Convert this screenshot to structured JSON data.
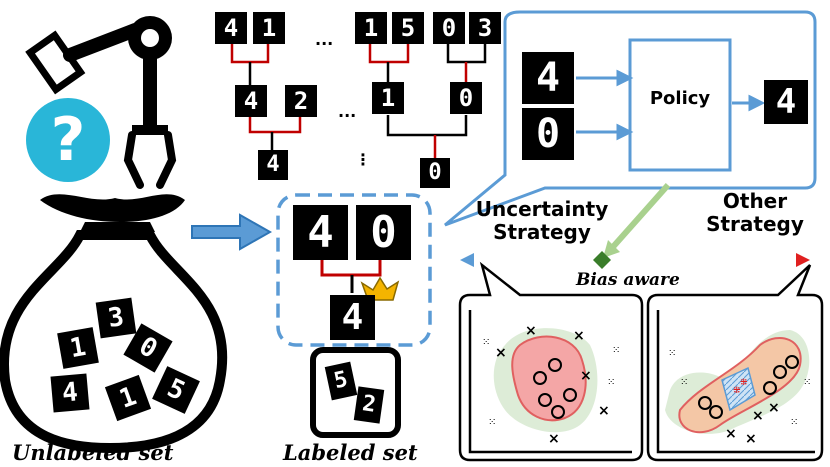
{
  "tree": {
    "leaves": [
      "4",
      "1",
      "1",
      "5",
      "0",
      "3"
    ],
    "mid": [
      "4",
      "2",
      "1",
      "0"
    ],
    "roots": [
      "4",
      "0"
    ],
    "ellipsis": "..."
  },
  "policy": {
    "label": "Policy",
    "inputs": [
      "4",
      "0"
    ],
    "output": "4"
  },
  "labeled_pair": [
    "4",
    "0"
  ],
  "labeled_root": "4",
  "labeled_set_digits": [
    "5",
    "2"
  ],
  "bag_digits": [
    "1",
    "3",
    "0",
    "4",
    "1",
    "5"
  ],
  "question_mark": "?",
  "strategy": {
    "left": "Uncertainty\nStrategy",
    "right": "Other\nStrategy",
    "axis_label": "Bias aware"
  },
  "labels": {
    "unlabeled": "Unlabeled set",
    "labeled": "Labeled set"
  },
  "colors": {
    "accent_blue": "#5b9bd5",
    "tree_red": "#c00000",
    "green": "#70ad47",
    "question_blue": "#29b6d8",
    "crown": "#f4b400"
  },
  "icons": [
    "robot-arm-icon",
    "question-icon",
    "bag-icon",
    "crown-icon",
    "arrow-right-icon"
  ]
}
